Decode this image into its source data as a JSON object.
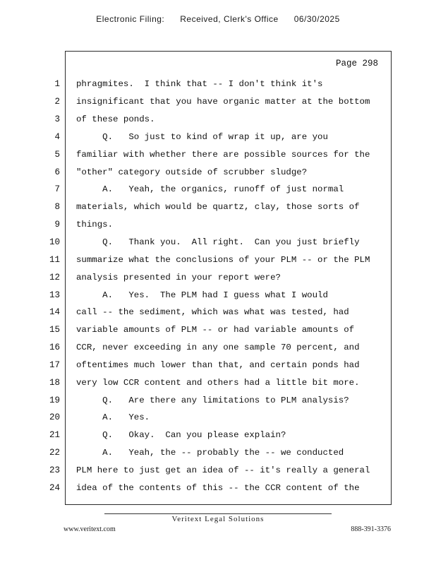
{
  "header": {
    "stamp_left": "Electronic Filing:",
    "stamp_mid": "Received, Clerk's Office",
    "stamp_date": "06/30/2025"
  },
  "page": {
    "page_label": "Page 298"
  },
  "transcript": {
    "lines": [
      {
        "n": 1,
        "text": "phragmites.  I think that -- I don't think it's"
      },
      {
        "n": 2,
        "text": "insignificant that you have organic matter at the bottom"
      },
      {
        "n": 3,
        "text": "of these ponds."
      },
      {
        "n": 4,
        "text": "     Q.   So just to kind of wrap it up, are you"
      },
      {
        "n": 5,
        "text": "familiar with whether there are possible sources for the"
      },
      {
        "n": 6,
        "text": "\"other\" category outside of scrubber sludge?"
      },
      {
        "n": 7,
        "text": "     A.   Yeah, the organics, runoff of just normal"
      },
      {
        "n": 8,
        "text": "materials, which would be quartz, clay, those sorts of"
      },
      {
        "n": 9,
        "text": "things."
      },
      {
        "n": 10,
        "text": "     Q.   Thank you.  All right.  Can you just briefly"
      },
      {
        "n": 11,
        "text": "summarize what the conclusions of your PLM -- or the PLM"
      },
      {
        "n": 12,
        "text": "analysis presented in your report were?"
      },
      {
        "n": 13,
        "text": "     A.   Yes.  The PLM had I guess what I would"
      },
      {
        "n": 14,
        "text": "call -- the sediment, which was what was tested, had"
      },
      {
        "n": 15,
        "text": "variable amounts of PLM -- or had variable amounts of"
      },
      {
        "n": 16,
        "text": "CCR, never exceeding in any one sample 70 percent, and"
      },
      {
        "n": 17,
        "text": "oftentimes much lower than that, and certain ponds had"
      },
      {
        "n": 18,
        "text": "very low CCR content and others had a little bit more."
      },
      {
        "n": 19,
        "text": "     Q.   Are there any limitations to PLM analysis?"
      },
      {
        "n": 20,
        "text": "     A.   Yes."
      },
      {
        "n": 21,
        "text": "     Q.   Okay.  Can you please explain?"
      },
      {
        "n": 22,
        "text": "     A.   Yeah, the -- probably the -- we conducted"
      },
      {
        "n": 23,
        "text": "PLM here to just get an idea of -- it's really a general"
      },
      {
        "n": 24,
        "text": "idea of the contents of this -- the CCR content of the"
      }
    ]
  },
  "footer": {
    "brand": "Veritext Legal Solutions",
    "website": "www.veritext.com",
    "phone": "888-391-3376"
  }
}
